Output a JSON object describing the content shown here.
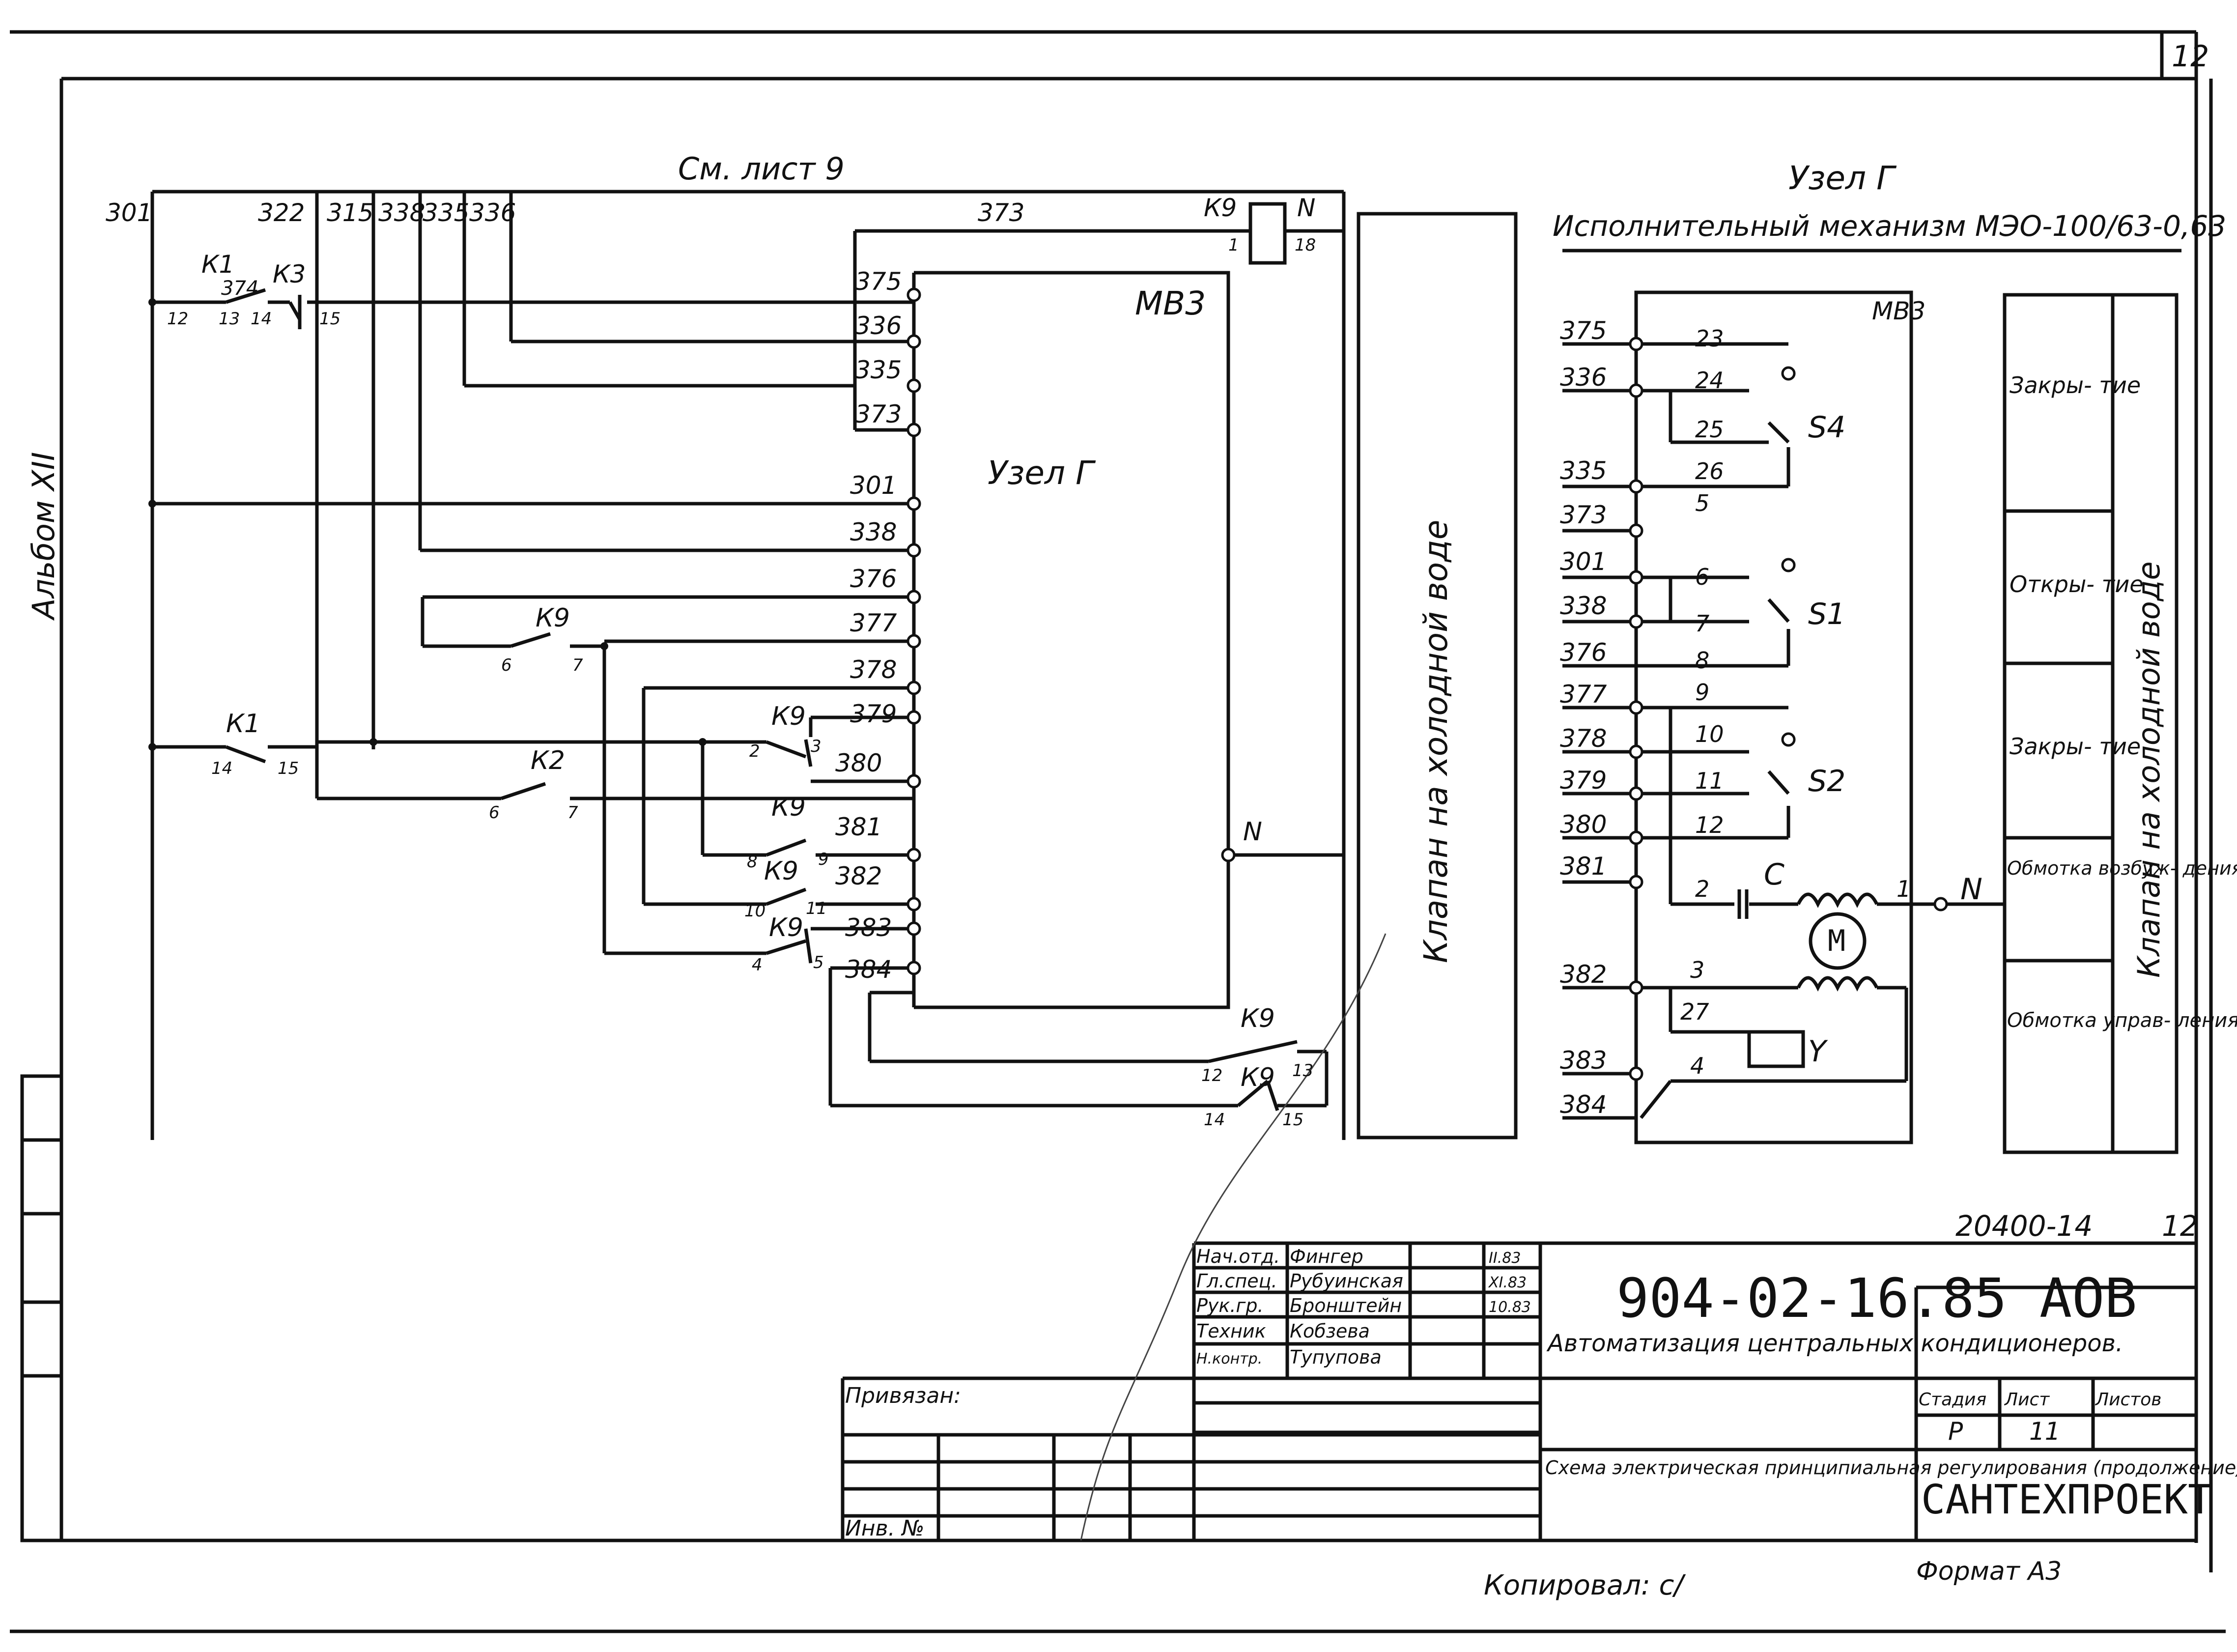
{
  "page": {
    "sheet_no_corner": "12",
    "album": "Альбом XII",
    "ref_sheet": "См. лист 9",
    "doc_code": "20400-14",
    "doc_sheet": "12",
    "copied": "Копировал: с/",
    "format": "Формат А3"
  },
  "left_schematic": {
    "bus_labels": [
      "301",
      "322",
      "315",
      "338",
      "335",
      "336"
    ],
    "wire_373": "373",
    "relay_k9": "К9",
    "relay_k9_pins": [
      "1",
      "18"
    ],
    "n_label": "N",
    "k1": "К1",
    "k3": "К3",
    "wire_374": "374",
    "k1_pins": [
      "12",
      "13",
      "14",
      "15"
    ],
    "block_title": "МВ3",
    "block_sub": "Узел Г",
    "terminals": [
      "375",
      "336",
      "335",
      "373",
      "301",
      "338",
      "376",
      "377",
      "378",
      "379",
      "380",
      "381",
      "382",
      "383",
      "384"
    ],
    "block_n": "N",
    "contacts": [
      {
        "name": "К9",
        "pins": [
          "6",
          "7"
        ]
      },
      {
        "name": "К1",
        "pins": [
          "14",
          "15"
        ]
      },
      {
        "name": "К2",
        "pins": [
          "6",
          "7"
        ]
      },
      {
        "name": "К9",
        "pins": [
          "2",
          "3"
        ]
      },
      {
        "name": "К9",
        "pins": [
          "8",
          "9"
        ]
      },
      {
        "name": "К9",
        "pins": [
          "10",
          "11"
        ]
      },
      {
        "name": "К9",
        "pins": [
          "4",
          "5"
        ]
      },
      {
        "name": "К9",
        "pins": [
          "12",
          "13"
        ]
      },
      {
        "name": "К9",
        "pins": [
          "14",
          "15"
        ]
      }
    ]
  },
  "valve_box": {
    "label": "Клапан на холодной воде"
  },
  "right_schematic": {
    "title": "Узел Г",
    "subtitle": "Исполнительный механизм МЭО-100/63-0,63",
    "block_title": "МВ3",
    "terminals": [
      "375",
      "336",
      "335",
      "373",
      "301",
      "338",
      "376",
      "377",
      "378",
      "379",
      "380",
      "381",
      "382",
      "383",
      "384"
    ],
    "internal_pins": [
      "23",
      "24",
      "25",
      "26",
      "5",
      "6",
      "7",
      "8",
      "9",
      "10",
      "11",
      "12",
      "2",
      "1",
      "3",
      "27",
      "4"
    ],
    "switches": [
      "S4",
      "S1",
      "S2"
    ],
    "capacitor": "С",
    "motor": "М",
    "coil": "Y",
    "n_label": "N"
  },
  "side_table": {
    "rows": [
      "Закры-\nтие",
      "Откры-\nтие",
      "Закры-\nтие",
      "Обмотка\nвозбуж-\nдения",
      "Обмотка\nуправ-\nления"
    ],
    "vertical": "Клапан на холодной воде"
  },
  "title_block": {
    "signatures": [
      {
        "role": "Нач.отд.",
        "name": "Фингер",
        "date": "II.83"
      },
      {
        "role": "Гл.спец.",
        "name": "Рубуинская",
        "date": "XI.83"
      },
      {
        "role": "Рук.гр.",
        "name": "Бронштейн",
        "date": "10.83"
      },
      {
        "role": "Техник",
        "name": "Кобзева",
        "date": ""
      },
      {
        "role": "Н.контр.",
        "name": "Тупупова",
        "date": ""
      }
    ],
    "doc_number": "904-02-16.85 АОВ",
    "project_title": "Автоматизация центральных кондиционеров.",
    "sheet_title": "Схема электрическая принципиальная регулирования (продолжение)",
    "stage_header": "Стадия",
    "sheet_header": "Лист",
    "sheets_header": "Листов",
    "stage": "Р",
    "sheet": "11",
    "org": "САНТЕХПРОЕКТ",
    "linked": "Привязан:",
    "inv": "Инв. №"
  }
}
